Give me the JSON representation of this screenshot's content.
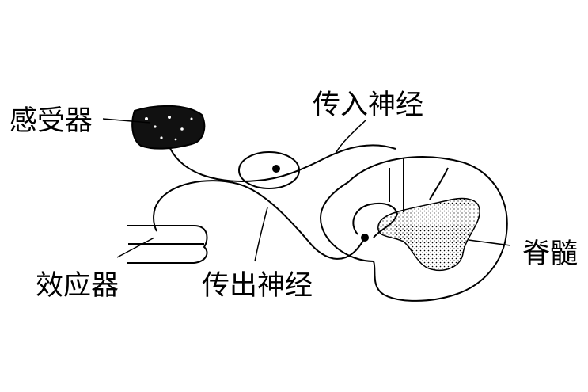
{
  "labels": {
    "receptor": "感受器",
    "afferent_nerve": "传入神经",
    "spinal_cord": "脊髓",
    "effector": "效应器",
    "efferent_nerve": "传出神经"
  },
  "colors": {
    "ink": "#000000",
    "background": "#ffffff"
  }
}
